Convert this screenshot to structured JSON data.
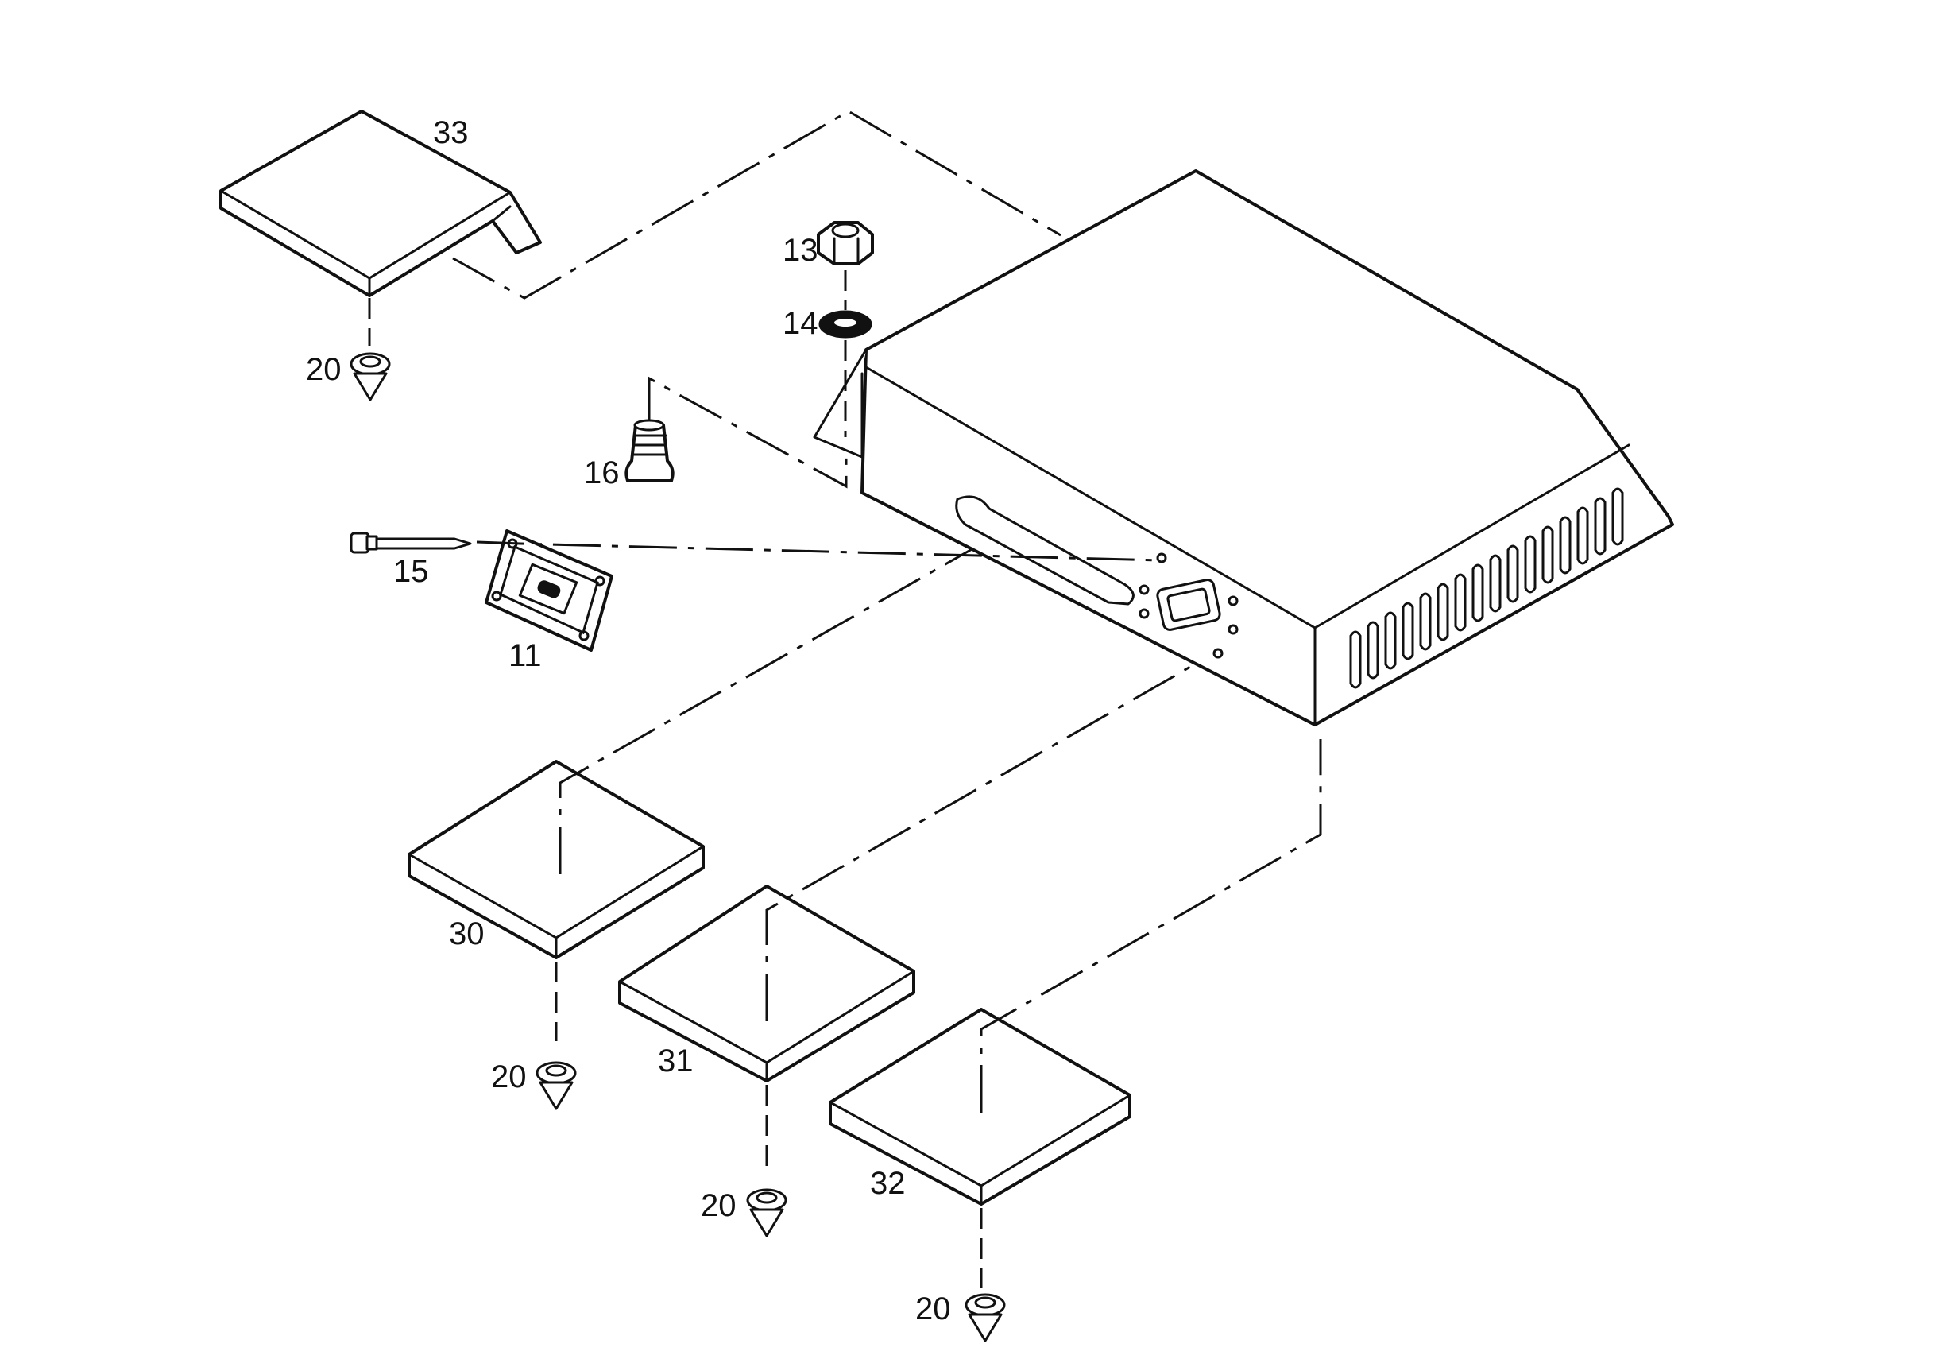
{
  "callouts": {
    "cover_33": "33",
    "nut_13": "13",
    "washer_14": "14",
    "plug_16": "16",
    "screw_15": "15",
    "bracket_11": "11",
    "pad_30": "30",
    "pad_31": "31",
    "pad_32": "32",
    "foot_20_a": "20",
    "foot_20_b": "20",
    "foot_20_c": "20",
    "foot_20_d": "20"
  },
  "icons": {
    "foot": "conical-foot-icon",
    "nut": "hex-nut-icon",
    "washer": "washer-icon"
  },
  "colors": {
    "ink": "#111111",
    "paper": "#ffffff"
  }
}
